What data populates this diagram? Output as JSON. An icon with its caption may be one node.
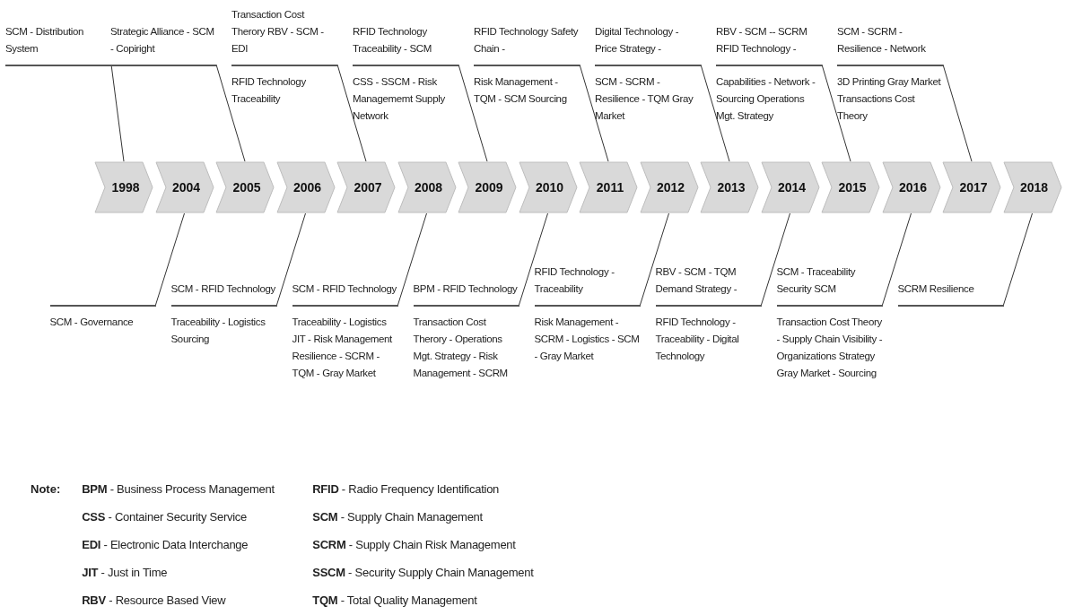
{
  "diagram": {
    "nodes": [
      {
        "text": [
          "1998"
        ]
      },
      {
        "text": [
          "2004"
        ]
      },
      {
        "text": [
          "2005"
        ]
      },
      {
        "text": [
          "2006"
        ]
      },
      {
        "text": [
          "2007"
        ]
      },
      {
        "text": [
          "2008"
        ]
      },
      {
        "text": [
          "2009"
        ]
      },
      {
        "text": [
          "2010"
        ]
      },
      {
        "text": [
          "2011"
        ]
      },
      {
        "text": [
          "2012"
        ]
      },
      {
        "text": [
          "2013"
        ]
      },
      {
        "text": [
          "2014"
        ]
      },
      {
        "text": [
          "2015"
        ]
      },
      {
        "text": [
          "2016"
        ]
      },
      {
        "text": [
          "2017"
        ]
      },
      {
        "text": [
          "2018"
        ]
      },
      {
        "text": [
          "SCM - Distribution System"
        ]
      },
      {
        "text": [
          "SCM - Governance"
        ]
      },
      {
        "text": [
          "Strategic Alliance - SCM - Copiright"
        ]
      },
      {
        "text": [
          "SCM - RFID Technology",
          "Traceability - Logistics Sourcing"
        ]
      },
      {
        "text": [
          "Transaction Cost Therory RBV - SCM - EDI",
          "RFID Technology Traceability"
        ]
      },
      {
        "text": [
          "SCM - RFID Technology",
          "Traceability - Logistics JIT - Risk Management Resilience - SCRM - TQM - Gray Market"
        ]
      },
      {
        "text": [
          "RFID Technology Traceability - SCM",
          "CSS - SSCM - Risk Managememt Supply Network"
        ]
      },
      {
        "text": [
          "BPM - RFID Technology",
          "Transaction Cost Therory - Operations Mgt. Strategy - Risk Management - SCRM"
        ]
      },
      {
        "text": [
          "RFID Technology Safety Chain -",
          "Risk Management - TQM - SCM Sourcing"
        ]
      },
      {
        "text": [
          "RFID Technology - Traceability",
          "Risk Management - SCRM - Logistics - SCM - Gray Market"
        ]
      },
      {
        "text": [
          "Digital Technology - Price Strategy -",
          "SCM - SCRM - Resilience - TQM Gray Market"
        ]
      },
      {
        "text": [
          "RBV - SCM - TQM Demand Strategy -",
          "RFID Technology - Traceability - Digital Technology"
        ]
      },
      {
        "text": [
          "RBV - SCM -- SCRM RFID Technology -",
          "Capabilities - Network - Sourcing Operations Mgt. Strategy"
        ]
      },
      {
        "text": [
          "SCM - Traceability Security SCM",
          "Transaction Cost Theory - Supply Chain Visibility - Organizations Strategy Gray Market - Sourcing"
        ]
      },
      {
        "text": [
          "SCM - SCRM - Resilience - Network",
          "3D Printing Gray Market Transactions Cost Theory"
        ]
      },
      {
        "text": [
          "SCRM Resilience"
        ]
      }
    ],
    "edges": [
      {
        "from": 16,
        "to": 0,
        "arrow": "none"
      },
      {
        "from": 17,
        "to": 1,
        "arrow": "none"
      },
      {
        "from": 18,
        "to": 2,
        "arrow": "none"
      },
      {
        "from": 19,
        "to": 3,
        "arrow": "none"
      },
      {
        "from": 20,
        "to": 4,
        "arrow": "none"
      },
      {
        "from": 21,
        "to": 5,
        "arrow": "none"
      },
      {
        "from": 22,
        "to": 6,
        "arrow": "none"
      },
      {
        "from": 23,
        "to": 7,
        "arrow": "none"
      },
      {
        "from": 24,
        "to": 8,
        "arrow": "none"
      },
      {
        "from": 25,
        "to": 9,
        "arrow": "none"
      },
      {
        "from": 26,
        "to": 10,
        "arrow": "none"
      },
      {
        "from": 27,
        "to": 11,
        "arrow": "none"
      },
      {
        "from": 28,
        "to": 12,
        "arrow": "none"
      },
      {
        "from": 29,
        "to": 13,
        "arrow": "none"
      },
      {
        "from": 30,
        "to": 14,
        "arrow": "none"
      },
      {
        "from": 31,
        "to": 15,
        "arrow": "none"
      }
    ],
    "labels": [
      "Note:",
      "**BPM** - Business Process Management",
      "**RFID** - Radio Frequency Identification",
      "**CSS** - Container Security Service",
      "**SCM** - Supply Chain Management",
      "**EDI** - Electronic Data Interchange",
      "**SCRM** - Supply Chain Risk Management",
      "**JIT** - Just in Time",
      "**SSCM** - Security Supply Chain Management",
      "**RBV** - Resource Based View",
      "**TQM** - Total Quality Management"
    ]
  }
}
